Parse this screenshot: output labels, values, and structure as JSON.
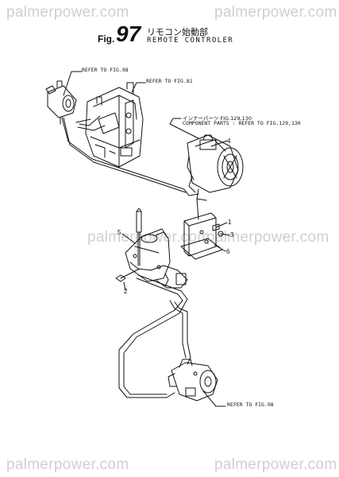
{
  "watermarks": [
    "palmerpower.com",
    "palmerpower.com",
    "palmerpower.com",
    "palmerpower.com",
    "palmerpower.com",
    "palmerpower.com"
  ],
  "figure": {
    "prefix": "Fig.",
    "number": "97",
    "title_jp": "リモコン始動部",
    "title_en": "REMOTE CONTROLER"
  },
  "references": {
    "fig98_top": "REFER TO FIG.98",
    "fig81": "REFER TO FIG.81",
    "inner_parts_jp": "インナーパーツ  FIG.129,130",
    "component": "COMPONENT  PARTS : REFER TO FIG.129,130",
    "fig98_bottom": "REFER TO FIG.98"
  },
  "callouts": [
    "1",
    "2",
    "3",
    "4",
    "5",
    "6"
  ]
}
